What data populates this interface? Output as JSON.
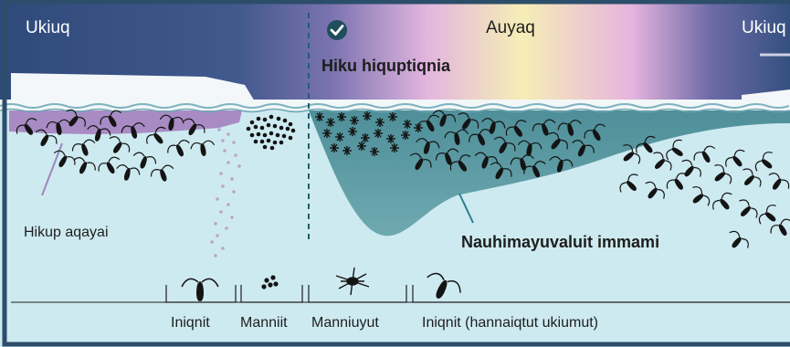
{
  "seasons": {
    "left": "Ukiuq",
    "middle": "Auyaq",
    "right": "Ukiuq"
  },
  "labels": {
    "bloom": "Hiku hiquptiqnia",
    "ice_algae": "Hikup aqayai",
    "phytoplankton": "Nauhimayuvaluit immami"
  },
  "legend": [
    {
      "label": "Iniqnit",
      "icon": "copepod-icon"
    },
    {
      "label": "Manniit",
      "icon": "eggs-icon"
    },
    {
      "label": "Manniuyut",
      "icon": "nauplius-icon"
    },
    {
      "label": "Iniqnit (hannaiqtut ukiumut)",
      "icon": "copepod-icon"
    }
  ],
  "colors": {
    "winter_sky": "#2f4b7c",
    "summer_glow_pink": "#e7b6e0",
    "summer_glow_yellow": "#f6edb4",
    "water": "#cdeaf0",
    "bloom_water": "#5f9fa8",
    "ice_algae": "#a98bc4",
    "divider": "#1f5f6e",
    "frame": "#2c4e6a"
  }
}
